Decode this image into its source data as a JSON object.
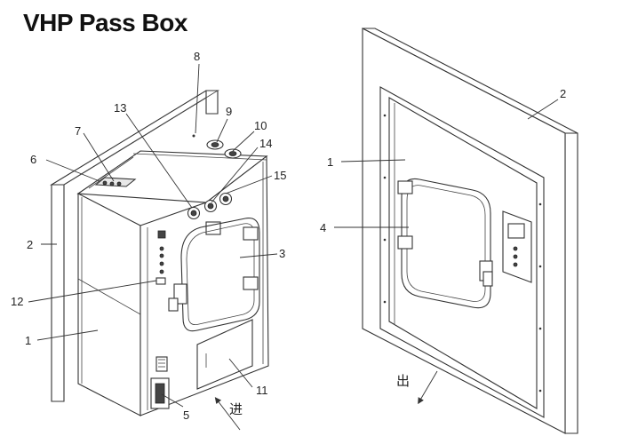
{
  "title": "VHP Pass Box",
  "left_view": {
    "labels": {
      "n1": "1",
      "n2": "2",
      "n3": "3",
      "n5": "5",
      "n6": "6",
      "n7": "7",
      "n8": "8",
      "n9": "9",
      "n10": "10",
      "n11": "11",
      "n12": "12",
      "n13": "13",
      "n14": "14",
      "n15": "15"
    },
    "direction": "进"
  },
  "right_view": {
    "labels": {
      "n1": "1",
      "n2": "2",
      "n4": "4"
    },
    "direction": "出"
  }
}
